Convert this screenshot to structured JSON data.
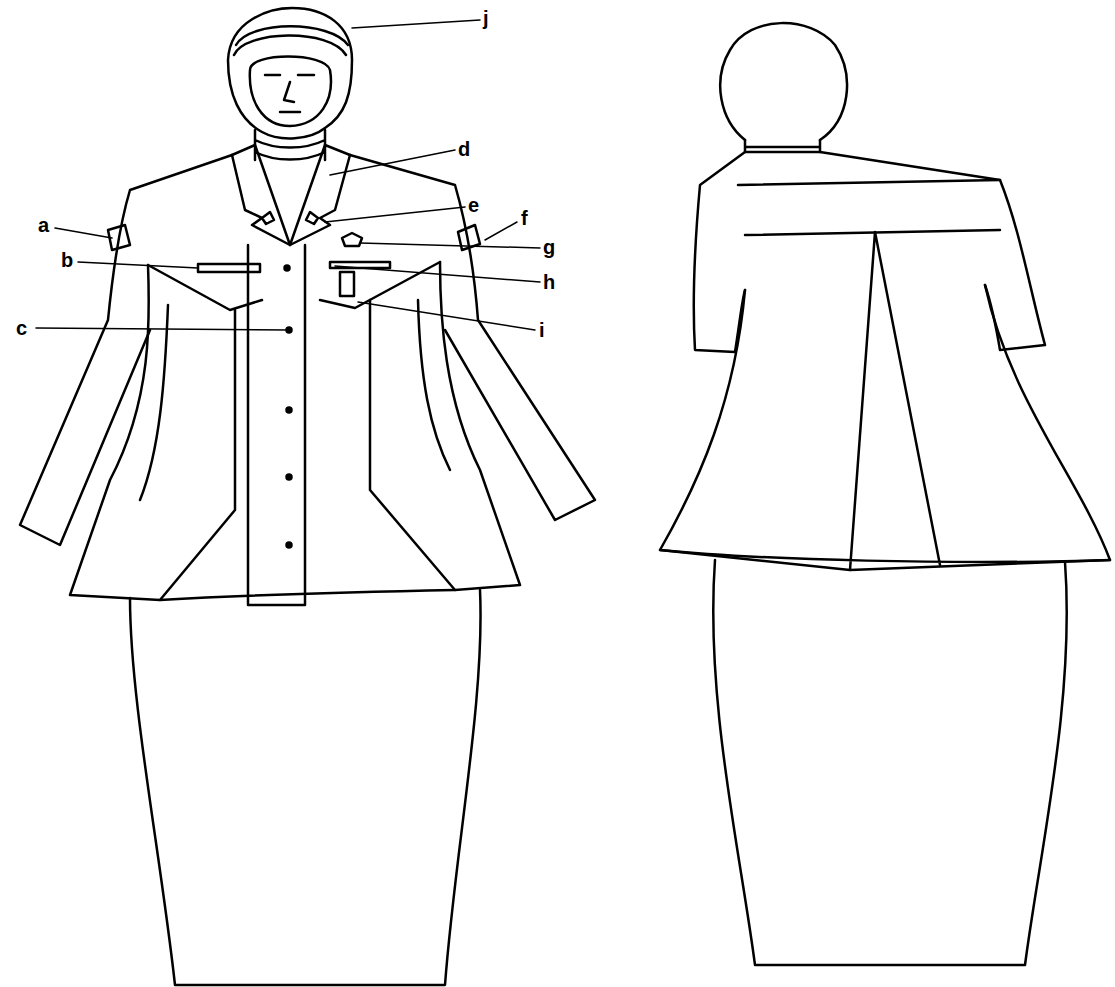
{
  "diagram": {
    "labels": [
      "j",
      "d",
      "e",
      "a",
      "f",
      "g",
      "b",
      "h",
      "i",
      "c"
    ]
  }
}
